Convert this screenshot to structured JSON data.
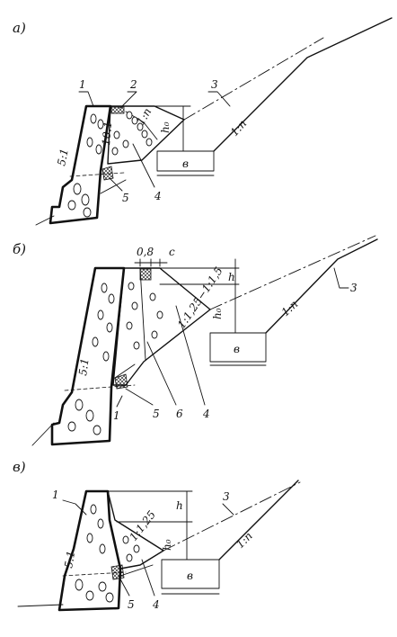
{
  "panels": [
    {
      "letter": "а)",
      "callouts": [
        "1",
        "2",
        "3",
        "4",
        "5"
      ],
      "slopes": [
        "5:1",
        "10:1",
        "1:n",
        "1:n"
      ],
      "dims": {
        "height": "h₀",
        "width": "в"
      }
    },
    {
      "letter": "б)",
      "callouts": [
        "3",
        "1",
        "5",
        "6",
        "4"
      ],
      "slopes": [
        "5:1",
        "1:1,25−1:1,5",
        "1:n"
      ],
      "dims": {
        "top_width": "0,8",
        "gap": "c",
        "height_upper": "h",
        "height_total": "h₀",
        "width": "в"
      }
    },
    {
      "letter": "в)",
      "callouts": [
        "1",
        "3",
        "5",
        "4"
      ],
      "slopes": [
        "5:1",
        "1:1,25",
        "1:n"
      ],
      "dims": {
        "height_upper": "h",
        "height_total": "h₀",
        "width": "в"
      }
    }
  ]
}
